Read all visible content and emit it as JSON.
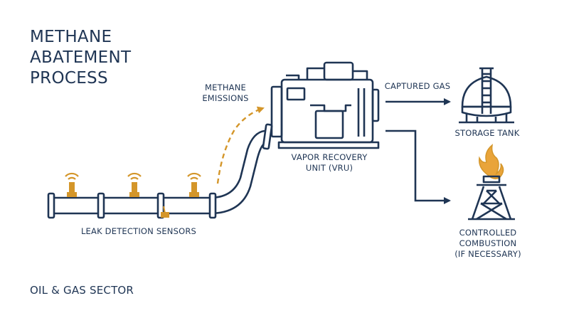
{
  "title": "METHANE\nABATEMENT\nPROCESS",
  "footer": "OIL & GAS SECTOR",
  "labels": {
    "methane_emissions": "METHANE\nEMISSIONS",
    "captured_gas": "CAPTURED GAS",
    "storage_tank": "STORAGE TANK",
    "vru": "VAPOR RECOVERY\nUNIT (VRU)",
    "leak_sensors": "LEAK DETECTION SENSORS",
    "controlled_combustion": "CONTROLLED\nCOMBUSTION\n(IF NECESSARY)"
  },
  "colors": {
    "navy": "#1f3554",
    "accent": "#d4962a",
    "flame": "#e9a43a",
    "background": "#ffffff"
  },
  "icons": [
    "wireless-sensor-icon",
    "pipeline-icon",
    "vapor-recovery-unit-icon",
    "storage-tank-icon",
    "flare-tower-icon",
    "flame-icon"
  ]
}
